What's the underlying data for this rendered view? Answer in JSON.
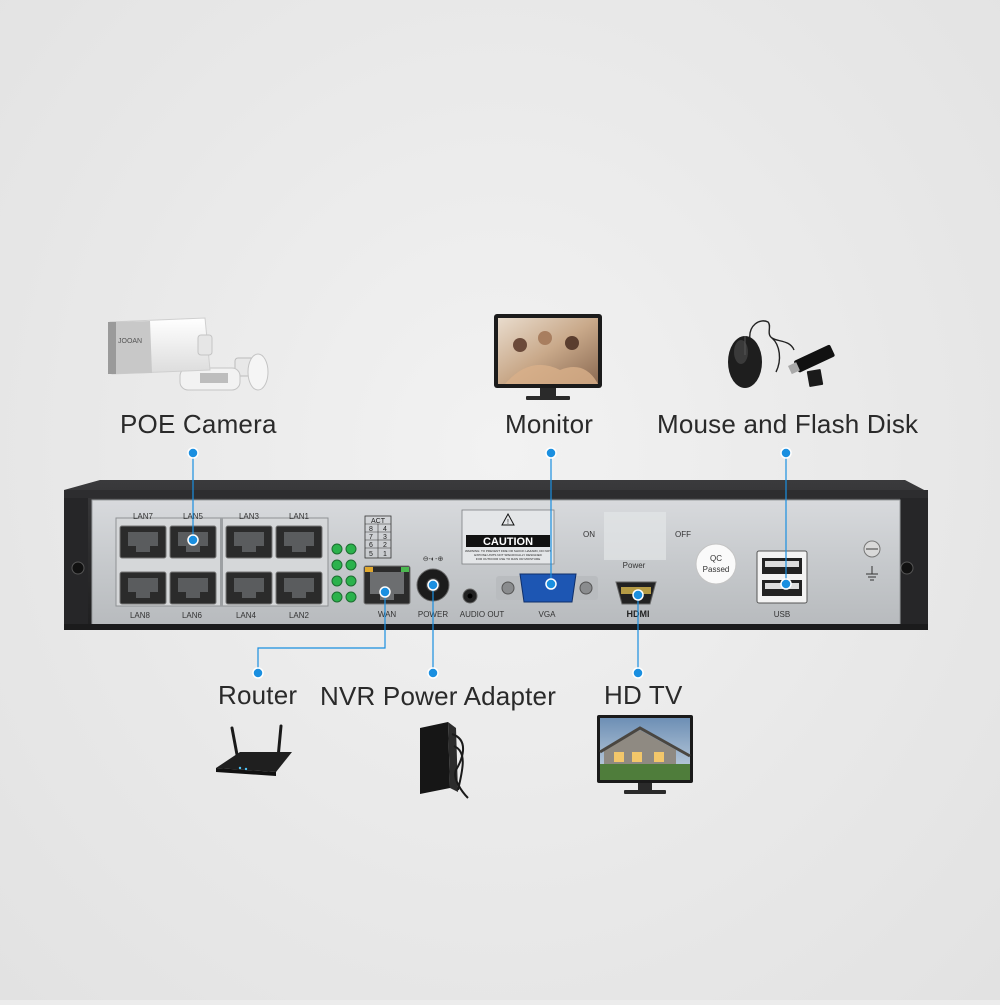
{
  "labels": {
    "poe_camera": "POE Camera",
    "monitor": "Monitor",
    "mouse_flash": "Mouse and Flash Disk",
    "router": "Router",
    "power_adapter": "NVR Power Adapter",
    "hd_tv": "HD TV"
  },
  "panel": {
    "lan_top": [
      "LAN7",
      "LAN5",
      "LAN3",
      "LAN1"
    ],
    "lan_bottom": [
      "LAN8",
      "LAN6",
      "LAN4",
      "LAN2"
    ],
    "act_header": "ACT",
    "act_rows": [
      [
        "8",
        "4"
      ],
      [
        "7",
        "3"
      ],
      [
        "6",
        "2"
      ],
      [
        "5",
        "1"
      ]
    ],
    "wan": "WAN",
    "power": "POWER",
    "audio_out": "AUDIO OUT",
    "vga": "VGA",
    "caution": "CAUTION",
    "caution_text": [
      "WARNING: TO PREVENT FIRE OR SHOCK HAZARD, DO NOT",
      "EXPOSE UNITS NOT SPECIFICALLY DESIGNED",
      "FOR OUTDOOR USE TO RAIN OR MOISTURE"
    ],
    "switch_on": "ON",
    "switch_off": "OFF",
    "switch_power": "Power",
    "hdmi": "HDMI",
    "qc_line1": "QC",
    "qc_line2": "Passed",
    "usb": "USB",
    "camera_brand": "JOOAN"
  },
  "colors": {
    "accent": "#1a8fe0",
    "panel": "#c9cccf",
    "chassis": "#2b2b2d"
  }
}
